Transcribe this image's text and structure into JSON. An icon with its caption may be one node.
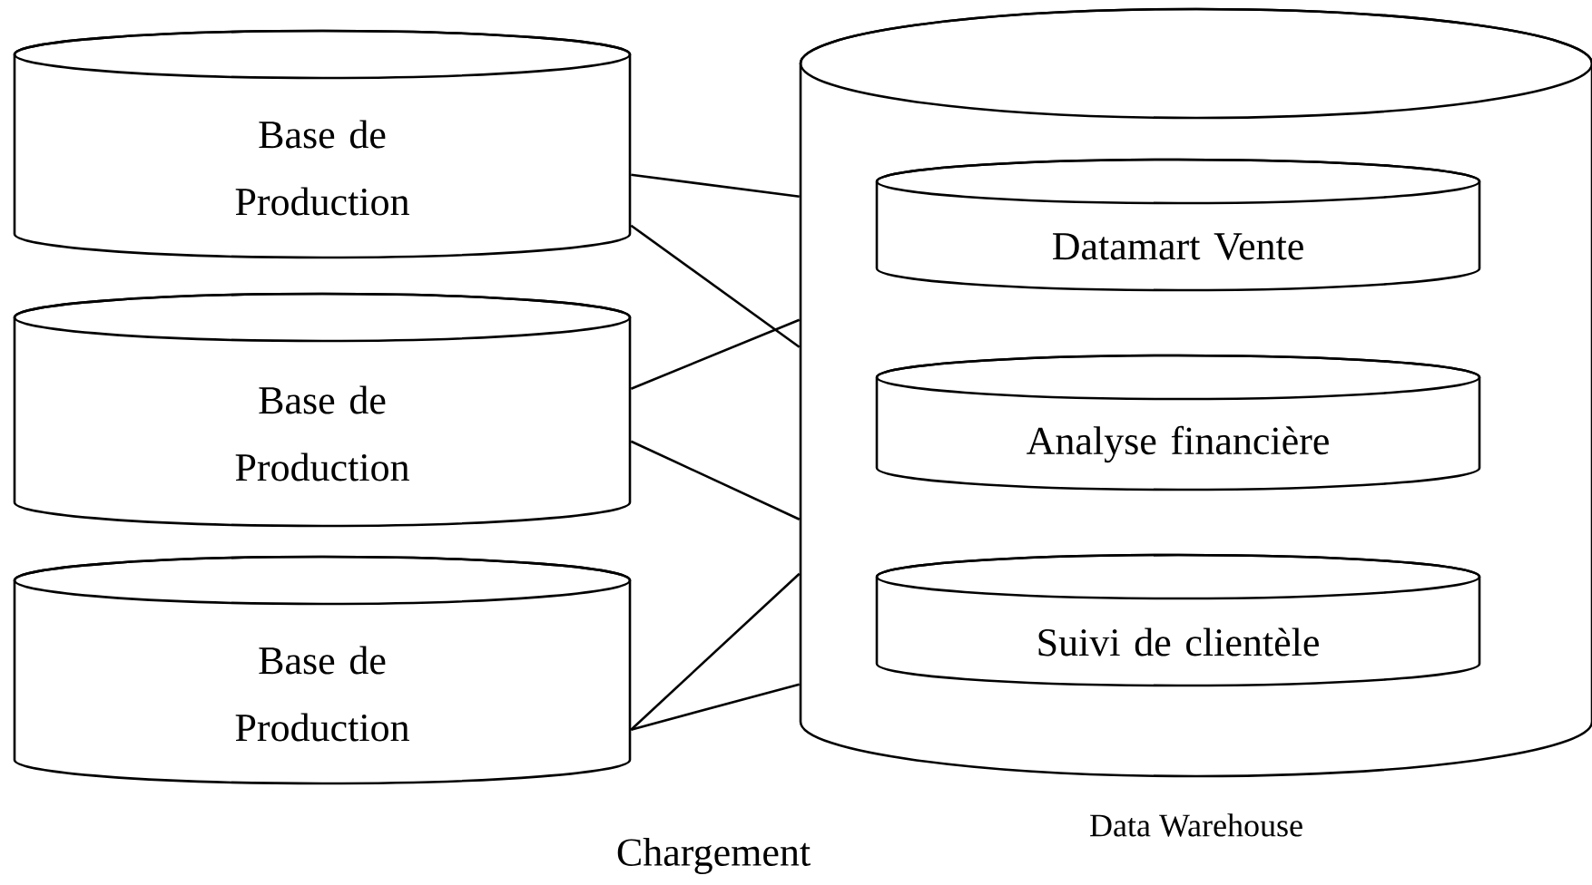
{
  "diagram": {
    "nodes": [
      {
        "text": [
          "Base de Production"
        ]
      },
      {
        "text": [
          "Base de Production"
        ]
      },
      {
        "text": [
          "Base de Production"
        ]
      },
      {
        "text": [],
        "shape": "cylinder",
        "beside": [
          "Data Warehouse"
        ]
      },
      {
        "text": [
          "Datamart Vente"
        ],
        "in": 3
      },
      {
        "text": [
          "Analyse financière"
        ],
        "in": 3
      },
      {
        "text": [
          "Suivi de clientèle"
        ],
        "in": 3
      }
    ],
    "edges": [
      {
        "from": 0,
        "to": 3,
        "arrow": "none"
      },
      {
        "from": 0,
        "to": 3,
        "arrow": "none"
      },
      {
        "from": 1,
        "to": 3,
        "arrow": "none"
      },
      {
        "from": 1,
        "to": 3,
        "arrow": "none"
      },
      {
        "from": 2,
        "to": 3,
        "arrow": "none"
      },
      {
        "from": 2,
        "to": 3,
        "arrow": "none"
      }
    ],
    "labels": [
      "Chargement"
    ]
  }
}
